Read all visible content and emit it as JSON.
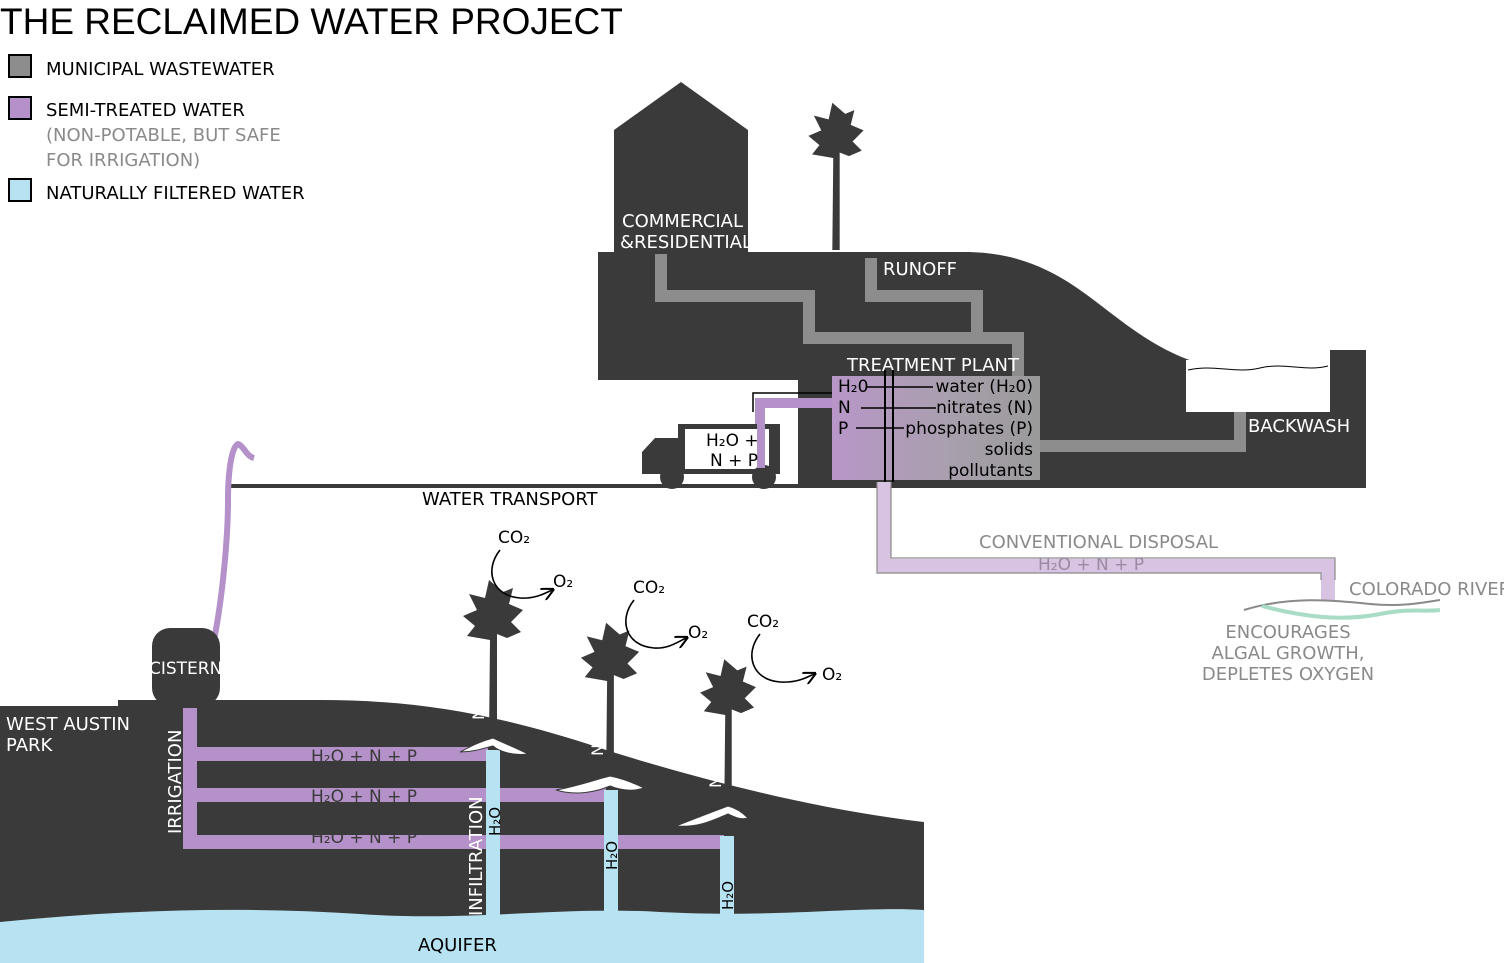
{
  "title": "THE RECLAIMED WATER PROJECT",
  "legend": {
    "municipal": "MUNICIPAL WASTEWATER",
    "semi": "SEMI-TREATED WATER",
    "semi_note_1": "(NON-POTABLE, BUT SAFE",
    "semi_note_2": "FOR IRRIGATION)",
    "natural": "NATURALLY FILTERED WATER"
  },
  "colors": {
    "ground": "#3a3a3a",
    "municipal": "#8d8d8d",
    "semi": "#b491c8",
    "semi_light": "#d8c3e2",
    "natural": "#b6e2f1",
    "river": "#a9dcc4",
    "text_gray": "#8a8a8a"
  },
  "labels": {
    "commercial_1": "COMMERCIAL",
    "commercial_2": "&RESIDENTIAL",
    "runoff": "RUNOFF",
    "treatment_plant": "TREATMENT PLANT",
    "backwash": "BACKWASH",
    "water_transport": "WATER TRANSPORT",
    "conventional_disposal": "CONVENTIONAL DISPOSAL",
    "disposal_formula": "H₂O + N + P",
    "colorado_river": "COLORADO RIVER",
    "encourages_1": "ENCOURAGES",
    "encourages_2": "ALGAL GROWTH,",
    "encourages_3": "DEPLETES OXYGEN",
    "cistern": "CISTERN",
    "park_1": "WEST AUSTIN",
    "park_2": "PARK",
    "irrigation": "IRRIGATION",
    "infiltration": "INFILTRATION",
    "aquifer": "AQUIFER",
    "truck_1": "H₂O +",
    "truck_2": "N + P",
    "pipe_formula": "H₂O + N + P",
    "n_plus_p": "N + P",
    "h2o": "H₂O",
    "co2": "CO₂",
    "o2": "O₂"
  },
  "plant_rows": {
    "left": [
      "H₂0",
      "N",
      "P"
    ],
    "right": [
      "water (H₂0)",
      "nitrates (N)",
      "phosphates (P)",
      "solids",
      "pollutants"
    ]
  },
  "icons": {
    "tree": "tree-icon",
    "truck": "truck-icon",
    "cycle_arrow": "curved-arrow-icon",
    "roots": "roots-icon"
  }
}
